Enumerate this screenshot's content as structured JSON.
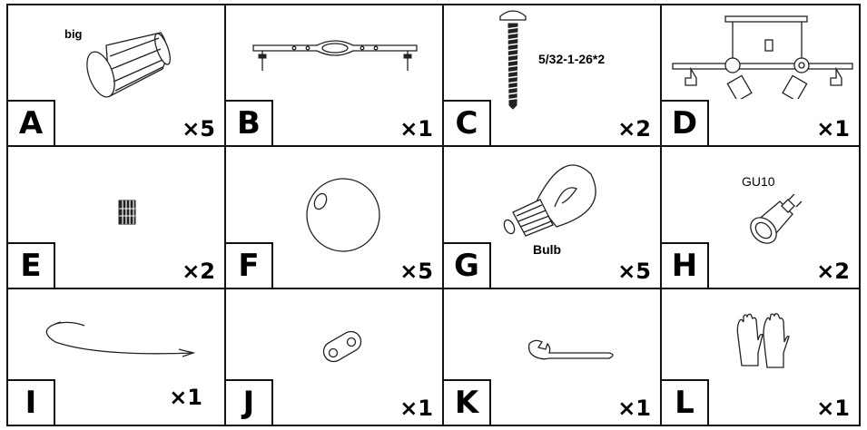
{
  "parts": [
    {
      "letter": "A",
      "qty": "×5",
      "note": "big",
      "icon": "shade-icon"
    },
    {
      "letter": "B",
      "qty": "×1",
      "note": "",
      "icon": "mounting-bar-icon"
    },
    {
      "letter": "C",
      "qty": "×2",
      "note": "5/32-1-26*2",
      "icon": "screw-icon"
    },
    {
      "letter": "D",
      "qty": "×1",
      "note": "",
      "icon": "fixture-icon"
    },
    {
      "letter": "E",
      "qty": "×2",
      "note": "",
      "icon": "nut-icon"
    },
    {
      "letter": "F",
      "qty": "×5",
      "note": "",
      "icon": "globe-icon"
    },
    {
      "letter": "G",
      "qty": "×5",
      "note": "Bulb",
      "icon": "bulb-icon"
    },
    {
      "letter": "H",
      "qty": "×2",
      "note": "GU10",
      "icon": "gu10-bulb-icon"
    },
    {
      "letter": "I",
      "qty": "×1",
      "note": "",
      "icon": "wire-icon"
    },
    {
      "letter": "J",
      "qty": "×1",
      "note": "",
      "icon": "bracket-icon"
    },
    {
      "letter": "K",
      "qty": "×1",
      "note": "",
      "icon": "wrench-icon"
    },
    {
      "letter": "L",
      "qty": "×1",
      "note": "",
      "icon": "gloves-icon"
    }
  ]
}
